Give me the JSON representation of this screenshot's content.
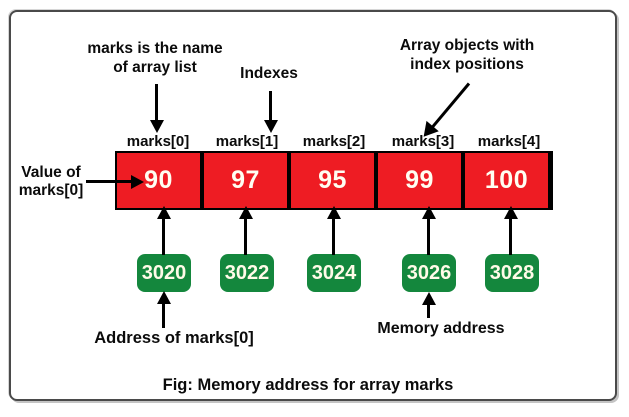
{
  "colors": {
    "cell_red": "#ee1c23",
    "address_green": "#14873d",
    "arrow_black": "#000000",
    "frame_border": "#4a4a4a"
  },
  "annotations": {
    "array_name": {
      "line1": "marks is the name",
      "line2": "of array list"
    },
    "indexes": "Indexes",
    "array_objects": {
      "line1": "Array objects with",
      "line2": "index positions"
    },
    "value_of": {
      "line1": "Value of",
      "line2": "marks[0]"
    },
    "address_of": "Address of marks[0]",
    "memory_address": "Memory address"
  },
  "array": {
    "cells": [
      {
        "index_label": "marks[0]",
        "value": "90",
        "address": "3020"
      },
      {
        "index_label": "marks[1]",
        "value": "97",
        "address": "3022"
      },
      {
        "index_label": "marks[2]",
        "value": "95",
        "address": "3024"
      },
      {
        "index_label": "marks[3]",
        "value": "99",
        "address": "3026"
      },
      {
        "index_label": "marks[4]",
        "value": "100",
        "address": "3028"
      }
    ]
  },
  "figure": {
    "caption": "Fig: Memory address for array marks"
  }
}
